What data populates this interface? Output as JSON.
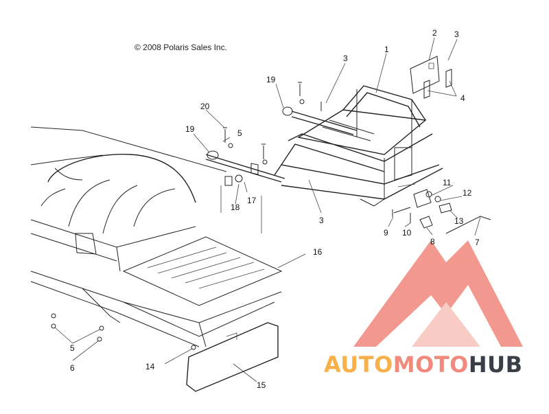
{
  "copyright": "© 2008 Polaris Sales Inc.",
  "callouts": [
    "1",
    "2",
    "3",
    "3",
    "3",
    "4",
    "5",
    "5",
    "6",
    "7",
    "8",
    "9",
    "10",
    "11",
    "12",
    "13",
    "14",
    "15",
    "16",
    "17",
    "18",
    "19",
    "19",
    "20"
  ],
  "watermark": {
    "part1": "AUTO",
    "part2": "MOTO",
    "part3": "HUB",
    "colors": {
      "auto": "#f7b04a",
      "moto": "#f08a7c",
      "hub": "#3a3f47",
      "triangle": "#f2877b"
    }
  }
}
